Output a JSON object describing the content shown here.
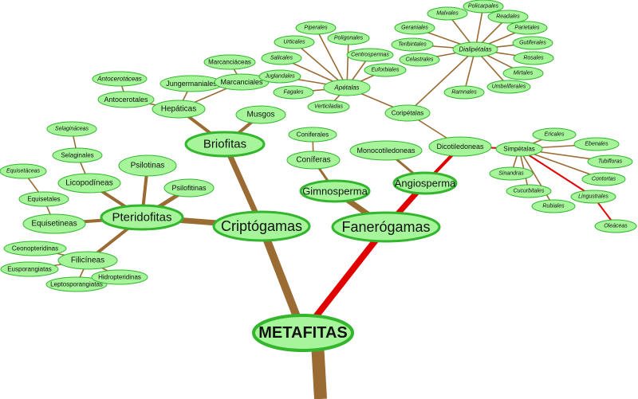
{
  "title": "Metafitas",
  "colors": {
    "node_fill": "#a6f59a",
    "node_stroke": "#33b52e",
    "edge": "#9a6b33",
    "highlight_edge": "#e00000"
  },
  "nodes": [
    {
      "id": "metafitas",
      "label": "METAFITAS",
      "parent": null
    },
    {
      "id": "criptogamas",
      "label": "Criptógamas",
      "parent": "metafitas"
    },
    {
      "id": "fanerogamas",
      "label": "Fanerógamas",
      "parent": "metafitas"
    },
    {
      "id": "briofitas",
      "label": "Briofitas",
      "parent": "criptogamas"
    },
    {
      "id": "pteridofitas",
      "label": "Pteridofitas",
      "parent": "criptogamas"
    },
    {
      "id": "musgos",
      "label": "Musgos",
      "parent": "briofitas"
    },
    {
      "id": "hepaticas",
      "label": "Hepáticas",
      "parent": "briofitas"
    },
    {
      "id": "jungermaniales",
      "label": "Jungermaniales",
      "parent": "hepaticas"
    },
    {
      "id": "marcanciales",
      "label": "Marcanciales",
      "parent": "hepaticas"
    },
    {
      "id": "marcanciaceas",
      "label": "Marcanciáceas",
      "parent": "marcanciales"
    },
    {
      "id": "antocerotales",
      "label": "Antocerotales",
      "parent": "hepaticas"
    },
    {
      "id": "antocerotaceas",
      "label": "Antocerotáceas",
      "parent": "antocerotales"
    },
    {
      "id": "psilotinas",
      "label": "Psilotinas",
      "parent": "pteridofitas"
    },
    {
      "id": "psilofitinas",
      "label": "Psilofitinas",
      "parent": "pteridofitas"
    },
    {
      "id": "licopodineas",
      "label": "Licopodíneas",
      "parent": "pteridofitas"
    },
    {
      "id": "selaginales",
      "label": "Selaginales",
      "parent": "licopodineas"
    },
    {
      "id": "selaginaceas",
      "label": "Selagináceas",
      "parent": "selaginales"
    },
    {
      "id": "equisetineas",
      "label": "Equisetineas",
      "parent": "pteridofitas"
    },
    {
      "id": "equisetales",
      "label": "Equisetales",
      "parent": "equisetineas"
    },
    {
      "id": "equisetaceas",
      "label": "Equisetáceas",
      "parent": "equisetales"
    },
    {
      "id": "filicineas",
      "label": "Filicíneas",
      "parent": "pteridofitas"
    },
    {
      "id": "ceonopteridinas",
      "label": "Ceonopteridinas",
      "parent": "filicineas"
    },
    {
      "id": "eusporangiatas",
      "label": "Eusporangiatas",
      "parent": "filicineas"
    },
    {
      "id": "leptosporangiatas",
      "label": "Leptosporangiatas",
      "parent": "filicineas"
    },
    {
      "id": "hidropteridinas",
      "label": "Hidropteridinas",
      "parent": "filicineas"
    },
    {
      "id": "gimnosperma",
      "label": "Gimnosperma",
      "parent": "fanerogamas"
    },
    {
      "id": "coniferas",
      "label": "Coníferas",
      "parent": "gimnosperma"
    },
    {
      "id": "coniferales",
      "label": "Coniferales",
      "parent": "coniferas"
    },
    {
      "id": "angiosperma",
      "label": "Angiosperma",
      "parent": "fanerogamas"
    },
    {
      "id": "monocotiledoneas",
      "label": "Monocotiledoneas",
      "parent": "angiosperma"
    },
    {
      "id": "dicotiledoneas",
      "label": "Dicotiledoneas",
      "parent": "angiosperma"
    },
    {
      "id": "coripetalas",
      "label": "Coripétalas",
      "parent": "dicotiledoneas"
    },
    {
      "id": "apetalas",
      "label": "Apétalas",
      "parent": "coripetalas"
    },
    {
      "id": "piperales",
      "label": "Piperales",
      "parent": "apetalas"
    },
    {
      "id": "urticales",
      "label": "Urticales",
      "parent": "apetalas"
    },
    {
      "id": "poligonales",
      "label": "Poligonales",
      "parent": "apetalas"
    },
    {
      "id": "centrospermas",
      "label": "Centrospermas",
      "parent": "apetalas"
    },
    {
      "id": "salicales",
      "label": "Salicales",
      "parent": "apetalas"
    },
    {
      "id": "euforbiales",
      "label": "Euforbiales",
      "parent": "apetalas"
    },
    {
      "id": "juglandales",
      "label": "Juglandales",
      "parent": "apetalas"
    },
    {
      "id": "fagales",
      "label": "Fagales",
      "parent": "apetalas"
    },
    {
      "id": "verticiladas",
      "label": "Verticiladas",
      "parent": "apetalas"
    },
    {
      "id": "dialipetalas",
      "label": "Dialipétalas",
      "parent": "coripetalas"
    },
    {
      "id": "policarpales",
      "label": "Policarpales",
      "parent": "dialipetalas"
    },
    {
      "id": "malvales",
      "label": "Malvales",
      "parent": "dialipetalas"
    },
    {
      "id": "readales",
      "label": "Readales",
      "parent": "dialipetalas"
    },
    {
      "id": "geraniales",
      "label": "Geraniales",
      "parent": "dialipetalas"
    },
    {
      "id": "parietales",
      "label": "Parietales",
      "parent": "dialipetalas"
    },
    {
      "id": "teribintales",
      "label": "Teribintales",
      "parent": "dialipetalas"
    },
    {
      "id": "gutiferales",
      "label": "Gutiferales",
      "parent": "dialipetalas"
    },
    {
      "id": "celastrales",
      "label": "Celastrales",
      "parent": "dialipetalas"
    },
    {
      "id": "rosales",
      "label": "Rosales",
      "parent": "dialipetalas"
    },
    {
      "id": "mirtales",
      "label": "Mirtales",
      "parent": "dialipetalas"
    },
    {
      "id": "umbeliferales",
      "label": "Umbeliferales",
      "parent": "dialipetalas"
    },
    {
      "id": "ramnales",
      "label": "Ramnales",
      "parent": "dialipetalas"
    },
    {
      "id": "simpetalas",
      "label": "Simpétalas",
      "parent": "dicotiledoneas"
    },
    {
      "id": "ericales",
      "label": "Ericales",
      "parent": "simpetalas"
    },
    {
      "id": "ebenales",
      "label": "Ebenales",
      "parent": "simpetalas"
    },
    {
      "id": "tubifloras",
      "label": "Tubifloras",
      "parent": "simpetalas"
    },
    {
      "id": "contortas",
      "label": "Contortas",
      "parent": "simpetalas"
    },
    {
      "id": "lingustrales",
      "label": "Lingustrales",
      "parent": "simpetalas"
    },
    {
      "id": "oleaceas",
      "label": "Oleáceas",
      "parent": "lingustrales"
    },
    {
      "id": "sinandras",
      "label": "Sinandras",
      "parent": "simpetalas"
    },
    {
      "id": "cucurbitales",
      "label": "Cucurbitales",
      "parent": "simpetalas"
    },
    {
      "id": "rubiales",
      "label": "Rubiales",
      "parent": "simpetalas"
    }
  ],
  "highlighted_path": [
    "metafitas",
    "fanerogamas",
    "angiosperma",
    "dicotiledoneas",
    "simpetalas",
    "lingustrales",
    "oleaceas"
  ]
}
